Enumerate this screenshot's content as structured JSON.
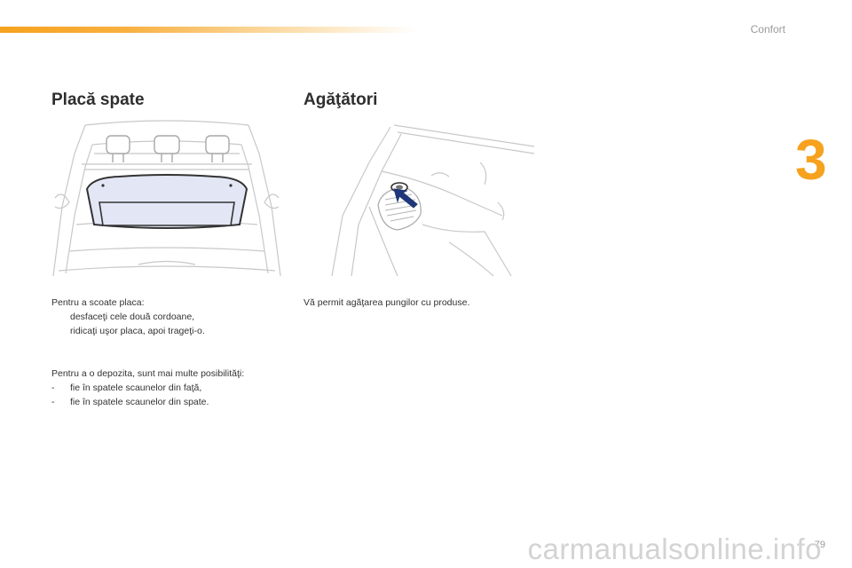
{
  "header": {
    "section_label": "Confort",
    "chapter_number": "3",
    "accent_color": "#f6a21e"
  },
  "left_column": {
    "heading": "Placă spate",
    "intro": "Pentru a scoate placa:",
    "steps": [
      {
        "marker": "",
        "text": "desfaceţi cele două cordoane,"
      },
      {
        "marker": "",
        "text": "ridicaţi uşor placa, apoi trageţi-o."
      }
    ],
    "storage_intro": "Pentru a o depozita, sunt mai multe posibilităţi:",
    "storage_options": [
      {
        "marker": "-",
        "text": "fie în spatele scaunelor din faţă,"
      },
      {
        "marker": "-",
        "text": "fie în spatele scaunelor din spate."
      }
    ]
  },
  "right_column": {
    "heading": "Agăţători",
    "description": "Vă permit agăţarea pungilor cu produse."
  },
  "footer": {
    "page_number": "79",
    "watermark": "carmanualsonline.info"
  }
}
